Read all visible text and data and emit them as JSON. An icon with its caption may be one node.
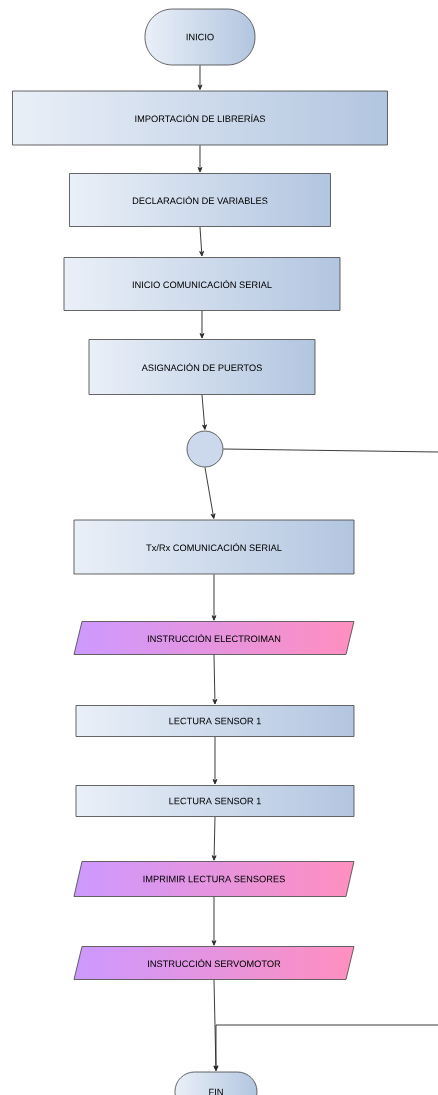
{
  "diagram": {
    "nodes": [
      {
        "text": [
          "INICIO"
        ]
      },
      {
        "text": [
          "IMPORTACIÓN DE LIBRERÍAS"
        ]
      },
      {
        "text": [
          "DECLARACIÓN DE VARIABLES"
        ]
      },
      {
        "text": [
          "INICIO COMUNICACIÓN SERIAL"
        ]
      },
      {
        "text": [
          "ASIGNACIÓN DE PUERTOS"
        ]
      },
      {
        "text": [],
        "shape": "circle"
      },
      {
        "text": [
          "Tx/Rx COMUNICACIÓN SERIAL"
        ]
      },
      {
        "text": [
          "INSTRUCCIÓN ELECTROIMAN"
        ]
      },
      {
        "text": [
          "LECTURA SENSOR 1"
        ]
      },
      {
        "text": [
          "LECTURA SENSOR 1"
        ]
      },
      {
        "text": [
          "IMPRIMIR LECTURA SENSORES"
        ]
      },
      {
        "text": [
          "INSTRUCCIÓN SERVOMOTOR"
        ]
      },
      {
        "text": [
          "FIN"
        ]
      }
    ],
    "edges": [
      {
        "from": 0,
        "to": 1,
        "arrow": "to"
      },
      {
        "from": 1,
        "to": 2,
        "arrow": "to"
      },
      {
        "from": 2,
        "to": 3,
        "arrow": "to"
      },
      {
        "from": 3,
        "to": 4,
        "arrow": "to"
      },
      {
        "from": 4,
        "to": 5,
        "arrow": "to"
      },
      {
        "from": 5,
        "to": 6,
        "arrow": "to"
      },
      {
        "from": 6,
        "to": 7,
        "arrow": "to"
      },
      {
        "from": 7,
        "to": 8,
        "arrow": "to"
      },
      {
        "from": 8,
        "to": 9,
        "arrow": "to"
      },
      {
        "from": 9,
        "to": 10,
        "arrow": "to"
      },
      {
        "from": 10,
        "to": 11,
        "arrow": "to"
      },
      {
        "from": 11,
        "to": 12,
        "arrow": "to"
      },
      {
        "from": 5,
        "to": null,
        "arrow": "none"
      },
      {
        "from": null,
        "to": 12,
        "arrow": "to"
      }
    ]
  }
}
